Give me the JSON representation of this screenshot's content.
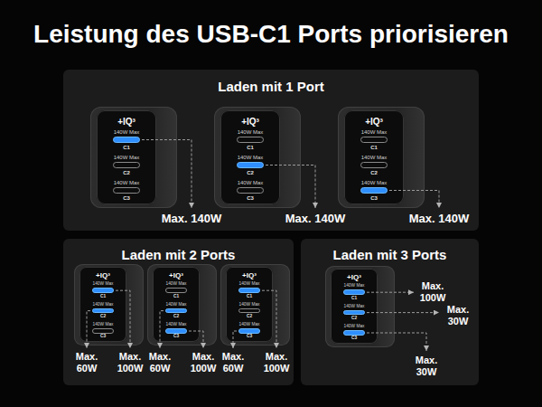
{
  "diagram": {
    "title": "Leistung des USB-C1 Ports priorisieren",
    "nodes": [
      {
        "text": [
          "Laden mit 1 Port"
        ]
      },
      {
        "text": [
          "+IQ³",
          "140W Max",
          "C1",
          "140W Max",
          "C2",
          "140W Max",
          "C3"
        ],
        "in": 0
      },
      {
        "text": [
          "+IQ³",
          "140W Max",
          "C1",
          "140W Max",
          "C2",
          "140W Max",
          "C3"
        ],
        "in": 0
      },
      {
        "text": [
          "+IQ³",
          "140W Max",
          "C1",
          "140W Max",
          "C2",
          "140W Max",
          "C3"
        ],
        "in": 0
      },
      {
        "text": [
          "Laden mit 2 Ports"
        ]
      },
      {
        "text": [
          "+IQ³",
          "140W Max",
          "C1",
          "140W Max",
          "C2",
          "140W Max",
          "C3"
        ],
        "in": 4
      },
      {
        "text": [
          "+IQ³",
          "140W Max",
          "C1",
          "140W Max",
          "C2",
          "140W Max",
          "C3"
        ],
        "in": 4
      },
      {
        "text": [
          "+IQ³",
          "140W Max",
          "C1",
          "140W Max",
          "C2",
          "140W Max",
          "C3"
        ],
        "in": 4
      },
      {
        "text": [
          "Laden mit 3 Ports"
        ]
      },
      {
        "text": [
          "+IQ³",
          "140W Max",
          "C1",
          "140W Max",
          "C2",
          "140W Max",
          "C3"
        ],
        "in": 8
      }
    ],
    "labels": [
      "Max. 140W",
      "Max. 140W",
      "Max. 140W",
      "Max. 60W",
      "Max. 100W",
      "Max. 60W",
      "Max. 100W",
      "Max. 60W",
      "Max. 100W",
      "Max. 100W",
      "Max. 30W",
      "Max. 30W"
    ]
  }
}
